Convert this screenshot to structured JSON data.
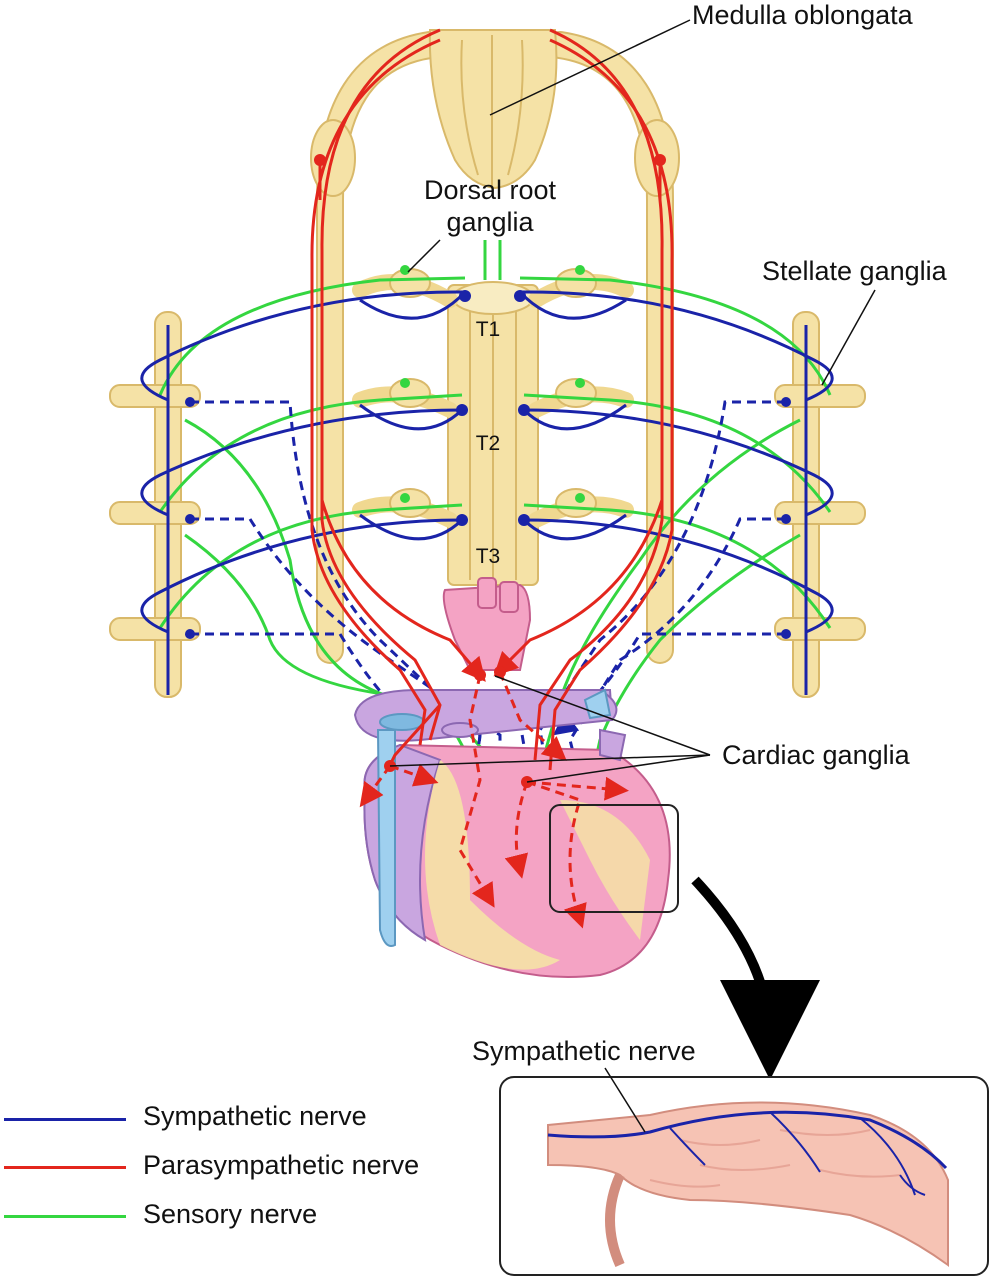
{
  "labels": {
    "medulla": "Medulla oblongata",
    "dorsal_root_line1": "Dorsal root",
    "dorsal_root_line2": "ganglia",
    "stellate": "Stellate ganglia",
    "cardiac": "Cardiac ganglia",
    "t1": "T1",
    "t2": "T2",
    "t3": "T3",
    "inset_sympathetic": "Sympathetic nerve"
  },
  "legend": [
    {
      "label": "Sympathetic nerve",
      "color": "#1a23a8"
    },
    {
      "label": "Parasympathetic nerve",
      "color": "#e3261d"
    },
    {
      "label": "Sensory nerve",
      "color": "#34d640"
    }
  ],
  "colors": {
    "spine": "#f5e2a6",
    "spine_outline": "#d9b96a",
    "sympathetic": "#1a23a8",
    "parasympathetic": "#e3261d",
    "sensory": "#34d640",
    "heart_pink": "#f4a3c4",
    "heart_lilac": "#c9a6e0",
    "vessel_blue": "#9fd0ef",
    "muscle": "#f6c3b4"
  }
}
